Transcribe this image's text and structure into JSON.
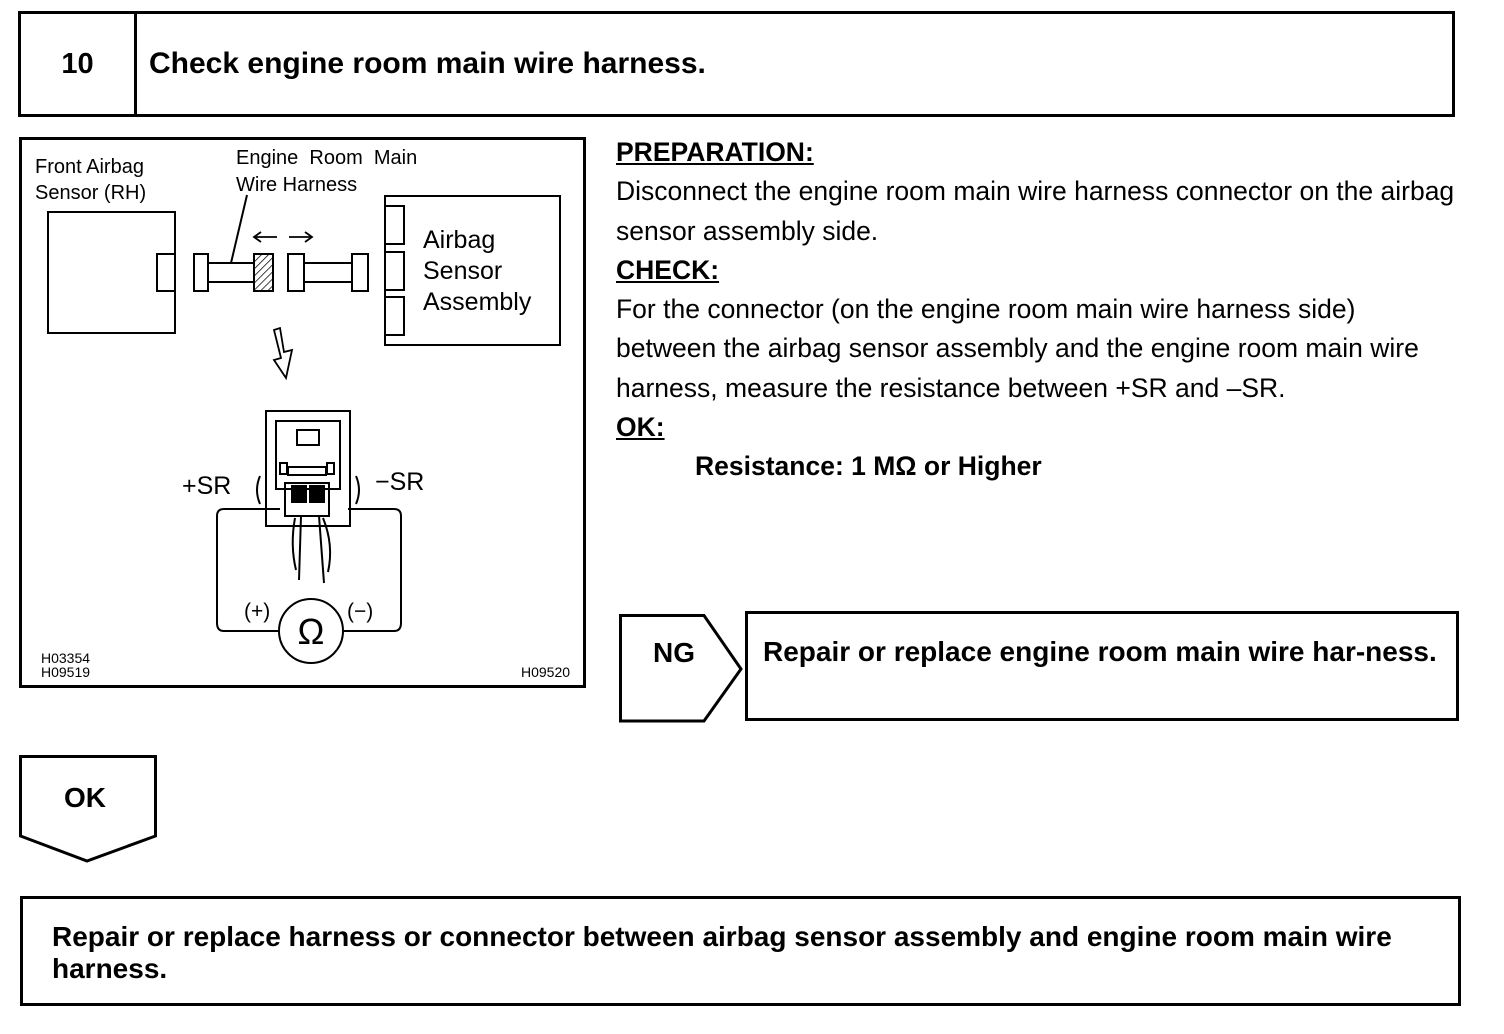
{
  "header": {
    "step_number": "10",
    "title": "Check engine room main wire harness."
  },
  "figure": {
    "label_front_sensor": [
      "Front Airbag",
      "Sensor (RH)"
    ],
    "label_harness": [
      "Engine  Room  Main",
      "Wire Harness"
    ],
    "label_airbag_assembly": [
      "Airbag",
      "Sensor",
      "Assembly"
    ],
    "plus_sr": "+SR",
    "minus_sr": "−SR",
    "meter_plus": "(+)",
    "meter_minus": "(−)",
    "ohm_symbol": "Ω",
    "code_left": [
      "H03354",
      "H09519"
    ],
    "code_right": "H09520"
  },
  "procedure": {
    "preparation_heading": "PREPARATION:",
    "preparation_text": "Disconnect the engine room main wire harness connector on the airbag sensor assembly side.",
    "check_heading": "CHECK:",
    "check_text": "For the connector (on the engine room main wire harness side) between the airbag sensor assembly and the engine room main wire harness, measure the resistance between +SR and –SR.",
    "ok_heading": "OK:",
    "ok_spec": "Resistance: 1 MΩ or Higher"
  },
  "ng_branch": {
    "label": "NG",
    "result": "Repair or replace engine room main wire har-ness."
  },
  "ok_branch": {
    "label": "OK"
  },
  "final": {
    "text": "Repair or replace harness or connector between airbag sensor assembly and engine room main wire harness."
  }
}
